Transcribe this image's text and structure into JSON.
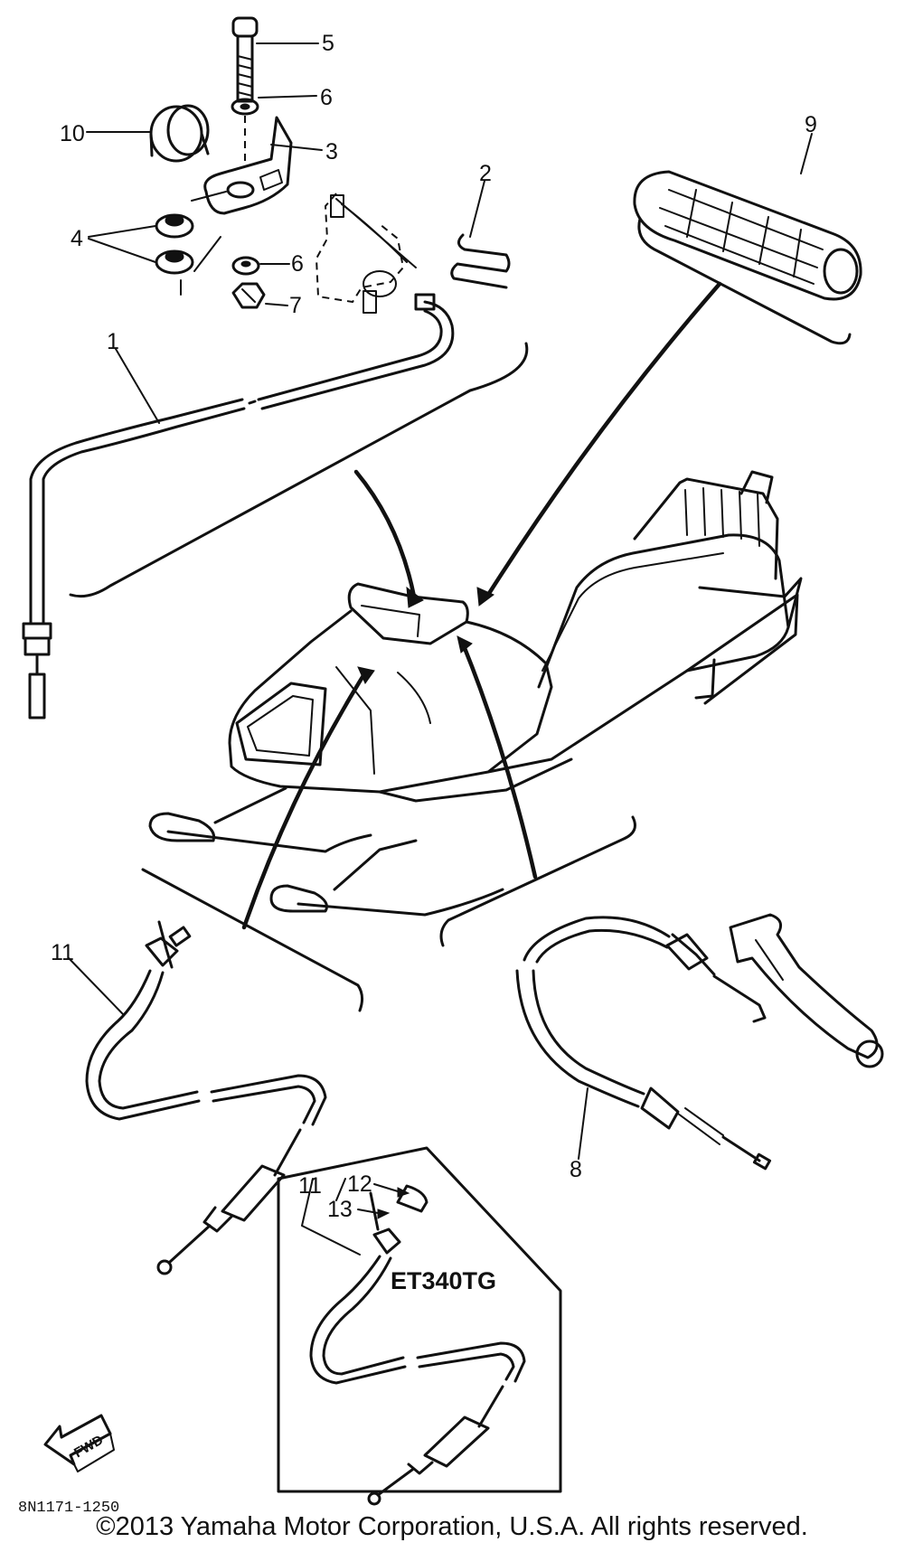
{
  "callouts": {
    "c1": "1",
    "c2": "2",
    "c3": "3",
    "c4": "4",
    "c5": "5",
    "c6a": "6",
    "c6b": "6",
    "c7": "7",
    "c8": "8",
    "c9": "9",
    "c10": "10",
    "c11a": "11",
    "c11b": "11",
    "c12": "12",
    "c13": "13"
  },
  "model_label": "ET340TG",
  "fwd_label": "FWD",
  "drawing_number": "8N1171-1250",
  "copyright": "©2013 Yamaha Motor Corporation, U.S.A. All rights reserved."
}
